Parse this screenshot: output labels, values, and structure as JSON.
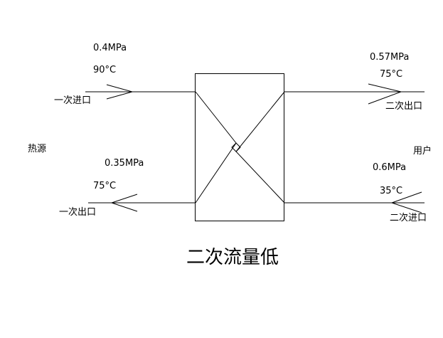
{
  "title": "二次流量低",
  "left": {
    "heat_source": "热源",
    "primary_inlet": {
      "pressure": "0.4MPa",
      "temperature": "90°C",
      "label": "一次进口"
    },
    "primary_outlet": {
      "pressure": "0.35MPa",
      "temperature": "75°C",
      "label": "一次出口"
    }
  },
  "right": {
    "user": "用户",
    "secondary_outlet": {
      "pressure": "0.57MPa",
      "temperature": "75°C",
      "label": "二次出口"
    },
    "secondary_inlet": {
      "pressure": "0.6MPa",
      "temperature": "35°C",
      "label": "二次进口"
    }
  },
  "colors": {
    "line": "#000000",
    "background": "#ffffff"
  }
}
